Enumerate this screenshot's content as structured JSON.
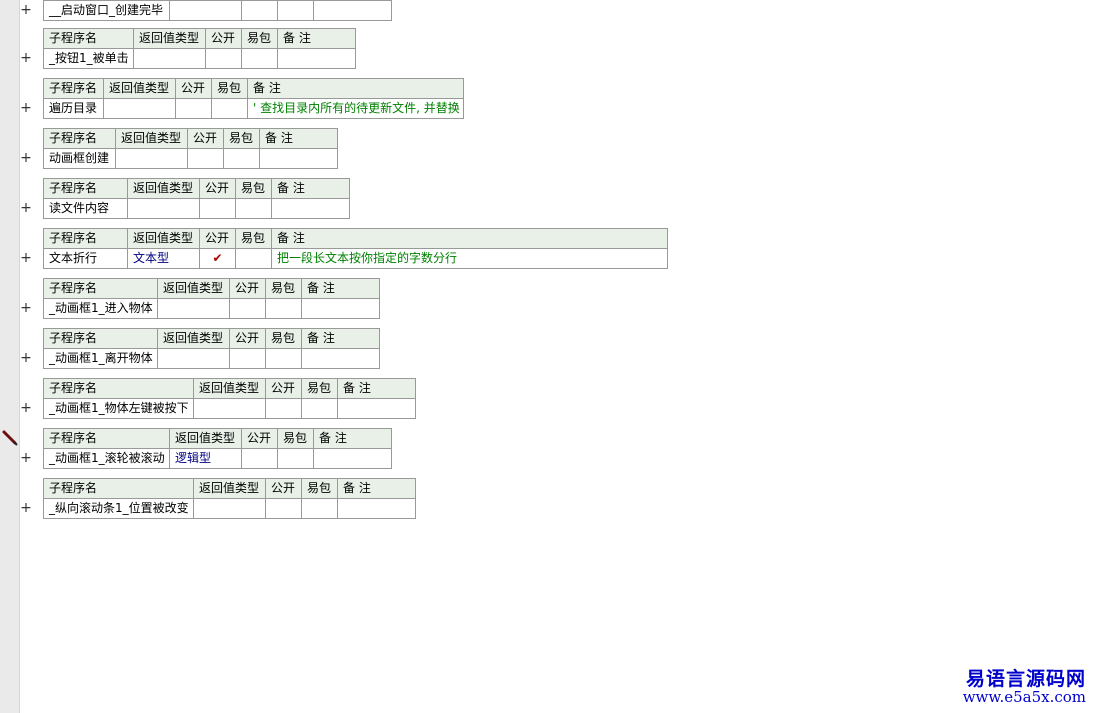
{
  "headers": {
    "name": "子程序名",
    "ret": "返回值类型",
    "pub": "公开",
    "easy": "易包",
    "note": "备 注"
  },
  "expand_symbol": "+",
  "check_symbol": "✔",
  "top_row": {
    "name": "__启动窗口_创建完毕"
  },
  "subs": [
    {
      "name": "_按钮1_被单击",
      "ret": "",
      "pub": false,
      "note": ""
    },
    {
      "name": "遍历目录",
      "ret": "",
      "pub": false,
      "note": "' 查找目录内所有的待更新文件, 并替换"
    },
    {
      "name": "动画框创建",
      "ret": "",
      "pub": false,
      "note": ""
    },
    {
      "name": "读文件内容",
      "ret": "",
      "pub": false,
      "note": ""
    },
    {
      "name": "文本折行",
      "ret": "文本型",
      "pub": true,
      "note": "把一段长文本按你指定的字数分行"
    },
    {
      "name": "_动画框1_进入物体",
      "ret": "",
      "pub": false,
      "note": ""
    },
    {
      "name": "_动画框1_离开物体",
      "ret": "",
      "pub": false,
      "note": ""
    },
    {
      "name": "_动画框1_物体左键被按下",
      "ret": "",
      "pub": false,
      "note": ""
    },
    {
      "name": "_动画框1_滚轮被滚动",
      "ret": "逻辑型",
      "pub": false,
      "note": ""
    },
    {
      "name": "_纵向滚动条1_位置被改变",
      "ret": "",
      "pub": false,
      "note": ""
    }
  ],
  "watermark": {
    "title": "易语言源码网",
    "url": "www.e5a5x.com"
  },
  "colors": {
    "gutter": "#eaeaea",
    "header_bg": "#e8f0e8",
    "type_text": "#000080",
    "note_text": "#008000",
    "check": "#b00000",
    "watermark": "#0000cc"
  }
}
